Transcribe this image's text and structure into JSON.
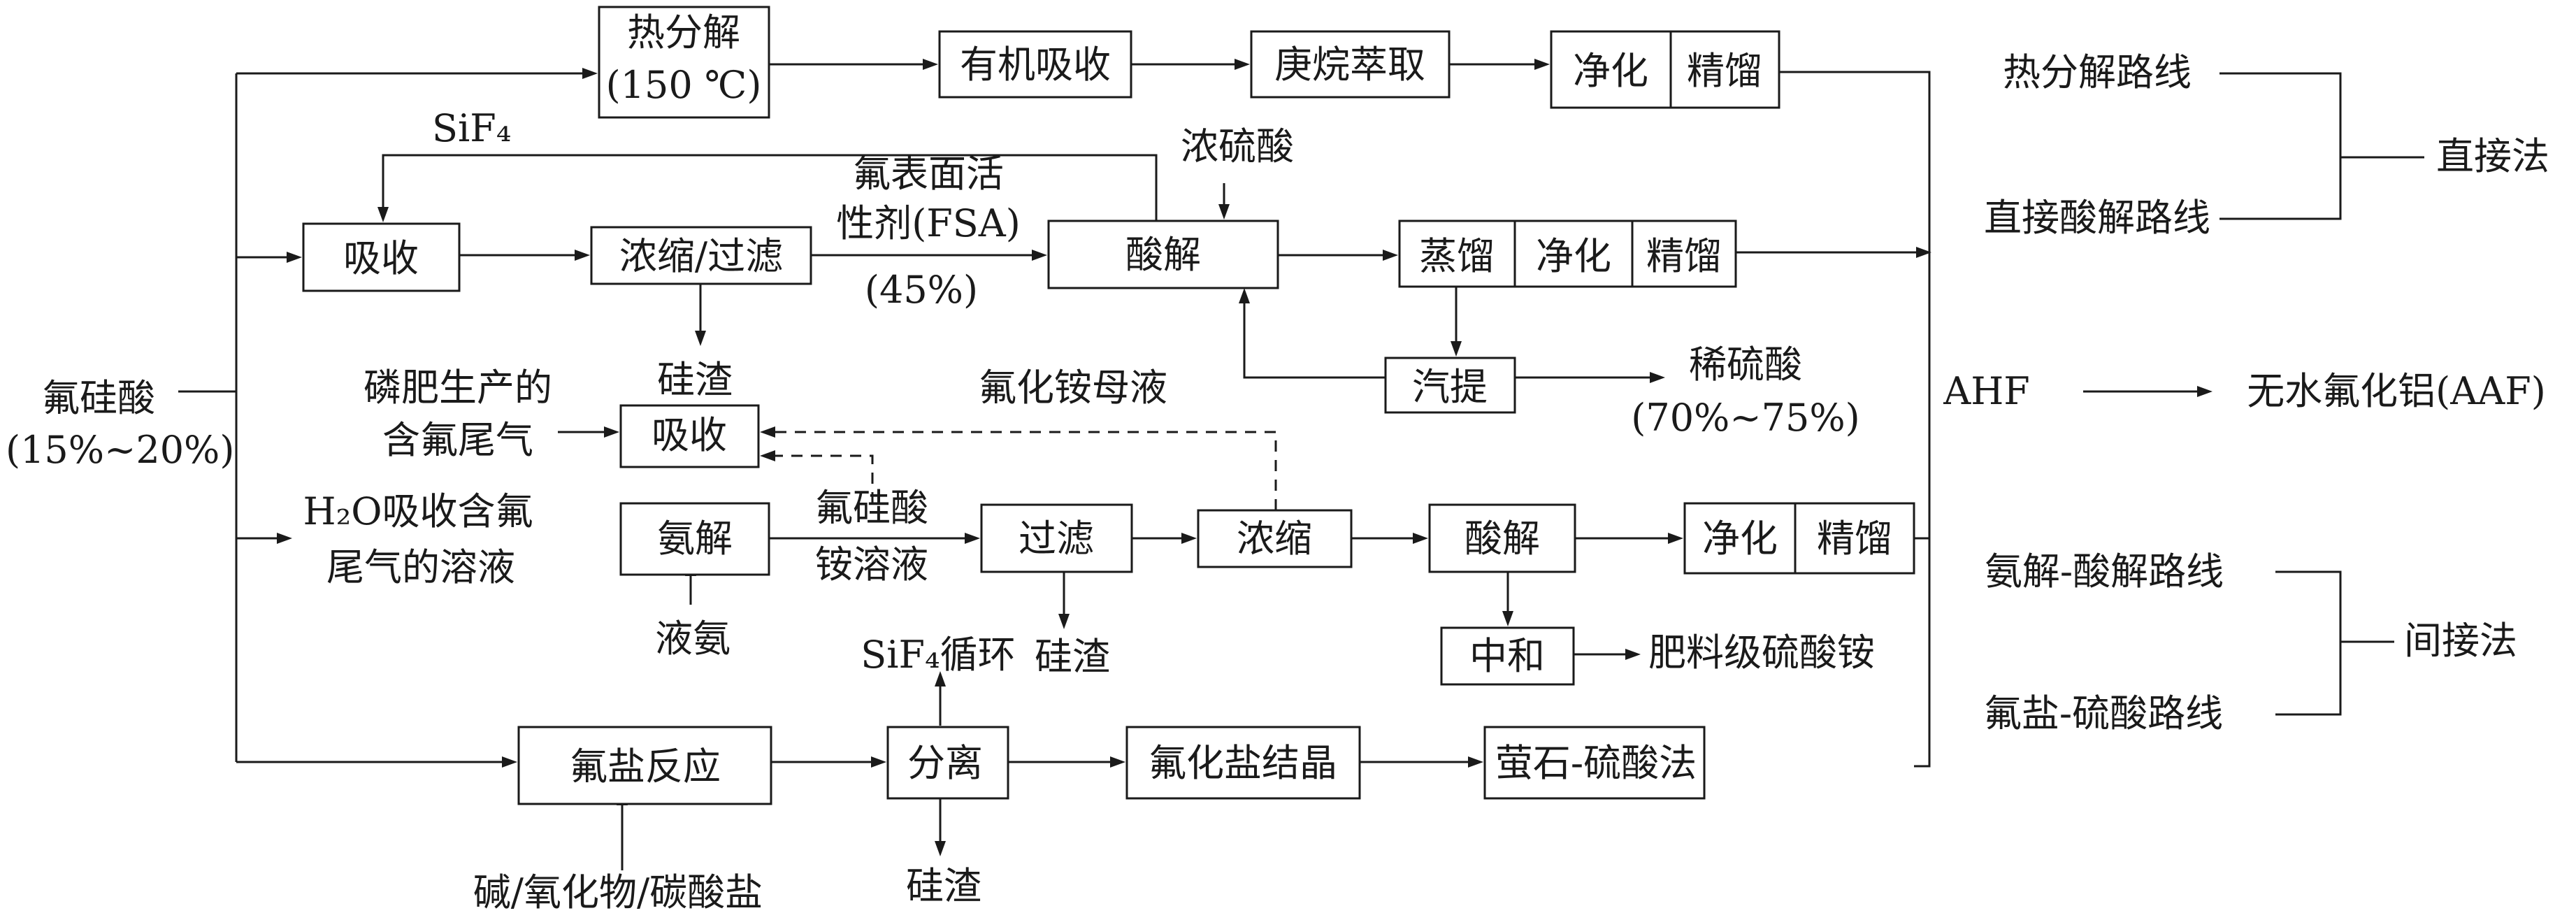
{
  "source": {
    "line1": "氟硅酸",
    "line2": "(15%~20%)"
  },
  "route_thermal": {
    "decompose": "热分解",
    "temp": "(150 ℃)",
    "organic_absorb": "有机吸收",
    "hexane_extract": "庚烷萃取",
    "purify": "净化",
    "rectify": "精馏"
  },
  "route_acid": {
    "sif4": "SiF₄",
    "absorb": "吸收",
    "concentrate_filter": "浓缩/过滤",
    "fsa_line1": "氟表面活",
    "fsa_line2": "性剂(FSA)",
    "fsa_pct": "(45%)",
    "conc_h2so4": "浓硫酸",
    "acidolysis": "酸解",
    "distill": "蒸馏",
    "purify": "净化",
    "rectify": "精馏",
    "silica_residue": "硅渣",
    "stripping": "汽提",
    "dilute_h2so4": "稀硫酸",
    "dilute_pct": "(70%~75%)"
  },
  "route_ammonia": {
    "phos_gas_line1": "磷肥生产的",
    "phos_gas_line2": "含氟尾气",
    "absorb": "吸收",
    "h2o_line1": "H₂O吸收含氟",
    "h2o_line2": "尾气的溶液",
    "ammonolysis": "氨解",
    "liquid_ammonia": "液氨",
    "afs_line1": "氟硅酸",
    "afs_line2": "铵溶液",
    "filter": "过滤",
    "filter_residue": "硅渣",
    "mother_liquor": "氟化铵母液",
    "concentrate": "浓缩",
    "acidolysis": "酸解",
    "purify": "净化",
    "rectify": "精馏",
    "neutralize": "中和",
    "fertilizer": "肥料级硫酸铵"
  },
  "route_salt": {
    "salt_reaction": "氟盐反应",
    "reagents": "碱/氧化物/碳酸盐",
    "separate": "分离",
    "sif4_cycle": "SiF₄循环",
    "residue": "硅渣",
    "crystallize": "氟化盐结晶",
    "fluorite_acid": "萤石-硫酸法"
  },
  "products": {
    "ahf": "AHF",
    "aaf": "无水氟化铝(AAF)"
  },
  "classification": {
    "thermal_route": "热分解路线",
    "direct_acid_route": "直接酸解路线",
    "direct_method": "直接法",
    "ammonia_acid_route": "氨解-酸解路线",
    "fluoride_sulfuric_route": "氟盐-硫酸路线",
    "indirect_method": "间接法"
  }
}
